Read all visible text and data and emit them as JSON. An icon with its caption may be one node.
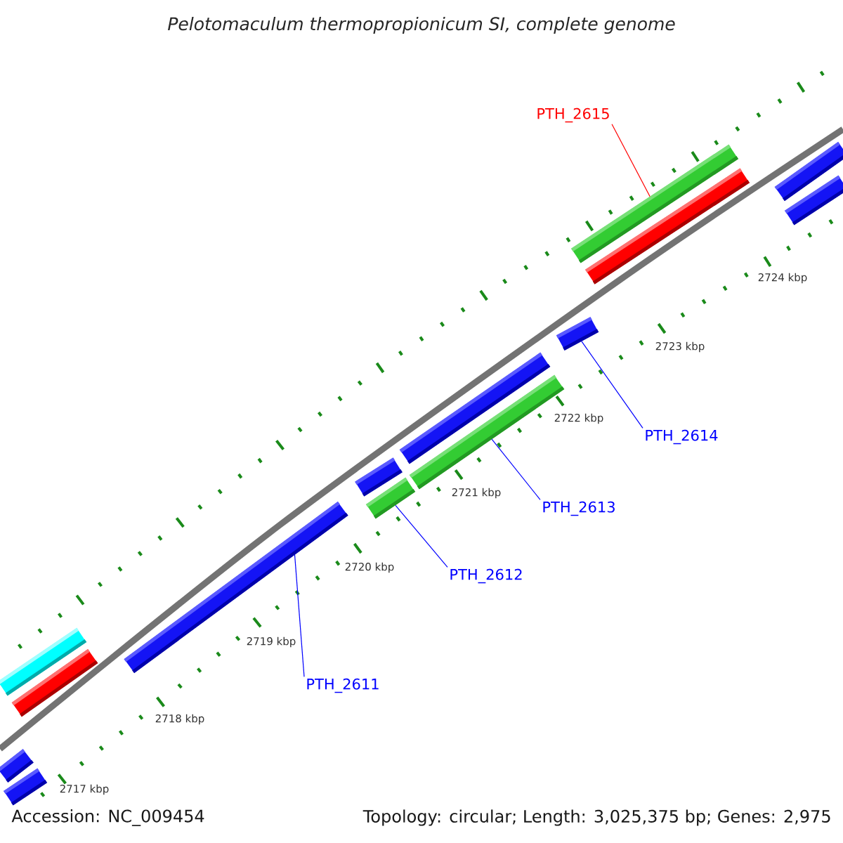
{
  "diagram": {
    "title": "Pelotomaculum thermopropionicum SI, complete genome",
    "nodes": [
      {
        "text": [
          "PTH_2615"
        ]
      },
      {
        "text": [
          "PTH_2614"
        ]
      },
      {
        "text": [
          "PTH_2613"
        ]
      },
      {
        "text": [
          "PTH_2612"
        ]
      },
      {
        "text": [
          "PTH_2611"
        ]
      },
      {
        "text": [],
        "shape": "bar"
      },
      {
        "text": [],
        "shape": "bar"
      },
      {
        "text": [],
        "shape": "bar"
      },
      {
        "text": [],
        "shape": "bar"
      },
      {
        "text": [],
        "shape": "bar"
      },
      {
        "text": [],
        "shape": "bar"
      },
      {
        "text": [],
        "shape": "bar"
      },
      {
        "text": [],
        "shape": "bar"
      },
      {
        "text": [],
        "shape": "bar"
      },
      {
        "text": [],
        "shape": "bar"
      },
      {
        "text": [],
        "shape": "bar"
      },
      {
        "text": [],
        "shape": "bar"
      },
      {
        "text": [],
        "shape": "bar"
      },
      {
        "text": [],
        "shape": "bar"
      }
    ],
    "edges": [
      {
        "from": 0,
        "to": 15,
        "arrow": "none",
        "color": "#ff0000"
      },
      {
        "from": 1,
        "to": 14,
        "arrow": "none"
      },
      {
        "from": 2,
        "to": 13,
        "arrow": "none"
      },
      {
        "from": 3,
        "to": 11,
        "arrow": "none"
      },
      {
        "from": 4,
        "to": 9,
        "arrow": "none"
      }
    ],
    "labels": [
      "2724 kbp",
      "2723 kbp",
      "2722 kbp",
      "2721 kbp",
      "2720 kbp",
      "2719 kbp",
      "2718 kbp",
      "2717 kbp",
      "Accession: NC_009454",
      "Topology: circular; Length: 3,025,375 bp; Genes: 2,975"
    ]
  }
}
